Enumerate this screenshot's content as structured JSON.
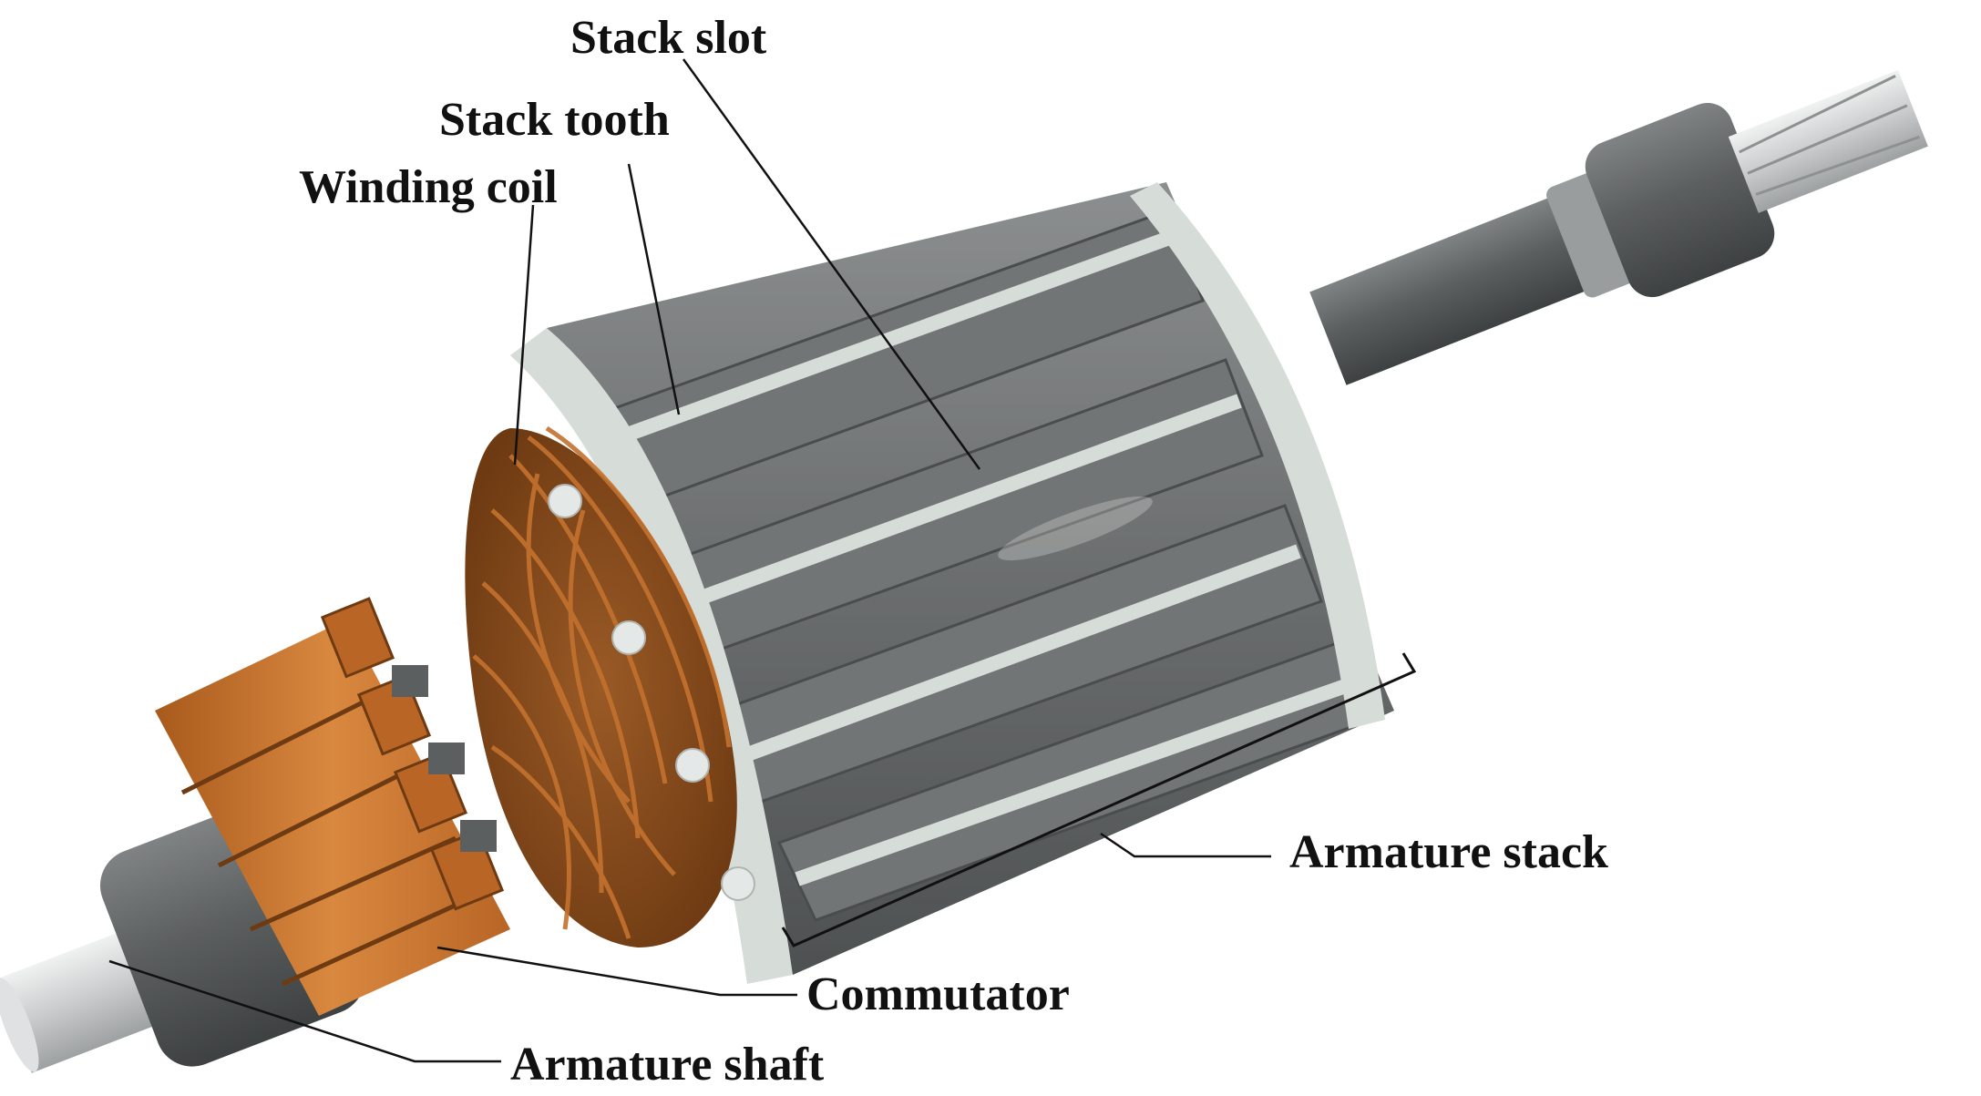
{
  "labels": {
    "stack_slot": "Stack slot",
    "stack_tooth": "Stack tooth",
    "winding_coil": "Winding coil",
    "armature_stack": "Armature stack",
    "commutator": "Commutator",
    "armature_shaft": "Armature shaft"
  },
  "colors": {
    "background": "#ffffff",
    "stack_tooth": "#6b6e6e",
    "stack_tooth_dark": "#4a4d4d",
    "insulation": "#d6dcd8",
    "shaft_dark": "#5c5f60",
    "shaft_light": "#c9cbcc",
    "copper": "#c4722e",
    "copper_dark": "#8a4a18",
    "leader_line": "#111111"
  },
  "icons": {
    "stack_slot_marker": "leader-line",
    "commutator_segment": "copper-bar"
  }
}
